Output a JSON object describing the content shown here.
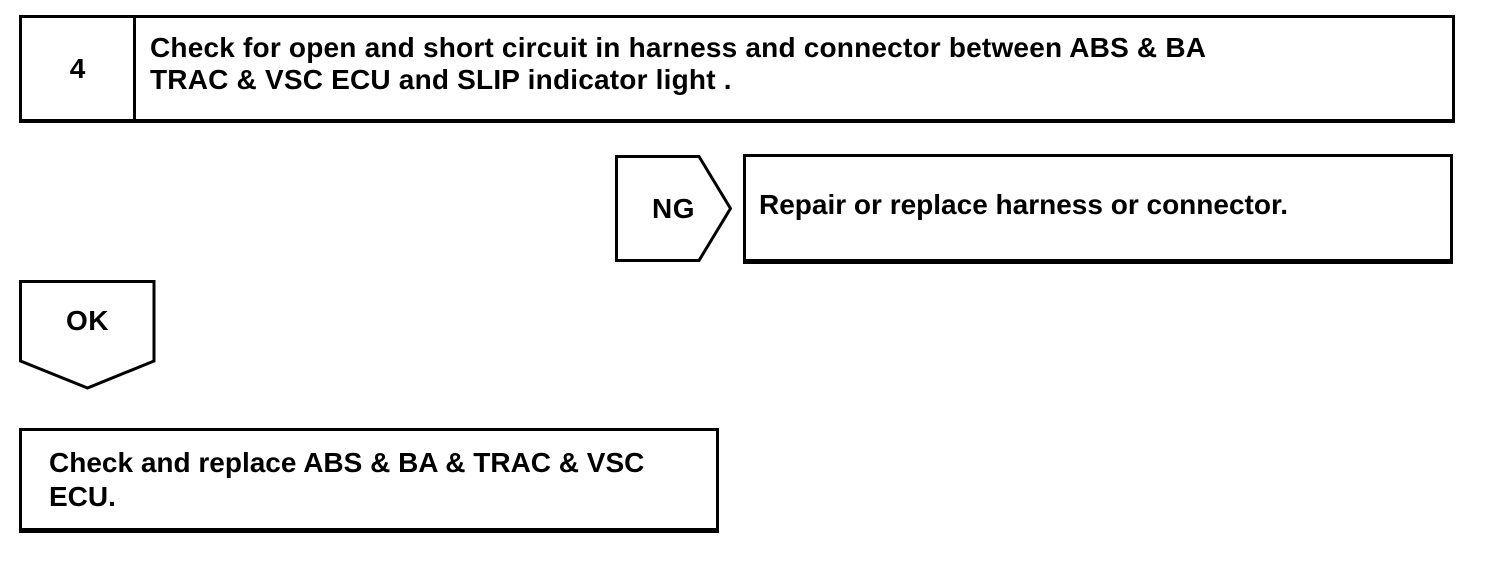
{
  "colors": {
    "line": "#000000",
    "background": "#ffffff"
  },
  "step_box": {
    "number": "4",
    "instruction_line1": "Check for open and short circuit in harness and connector between ABS & BA",
    "instruction_line2": "TRAC & VSC ECU and SLIP indicator light ."
  },
  "ng_branch": {
    "connector_label": "NG",
    "action": "Repair or replace harness or connector."
  },
  "ok_branch": {
    "connector_label": "OK",
    "action_line1": "Check and replace ABS & BA & TRAC & VSC",
    "action_line2": "ECU."
  }
}
